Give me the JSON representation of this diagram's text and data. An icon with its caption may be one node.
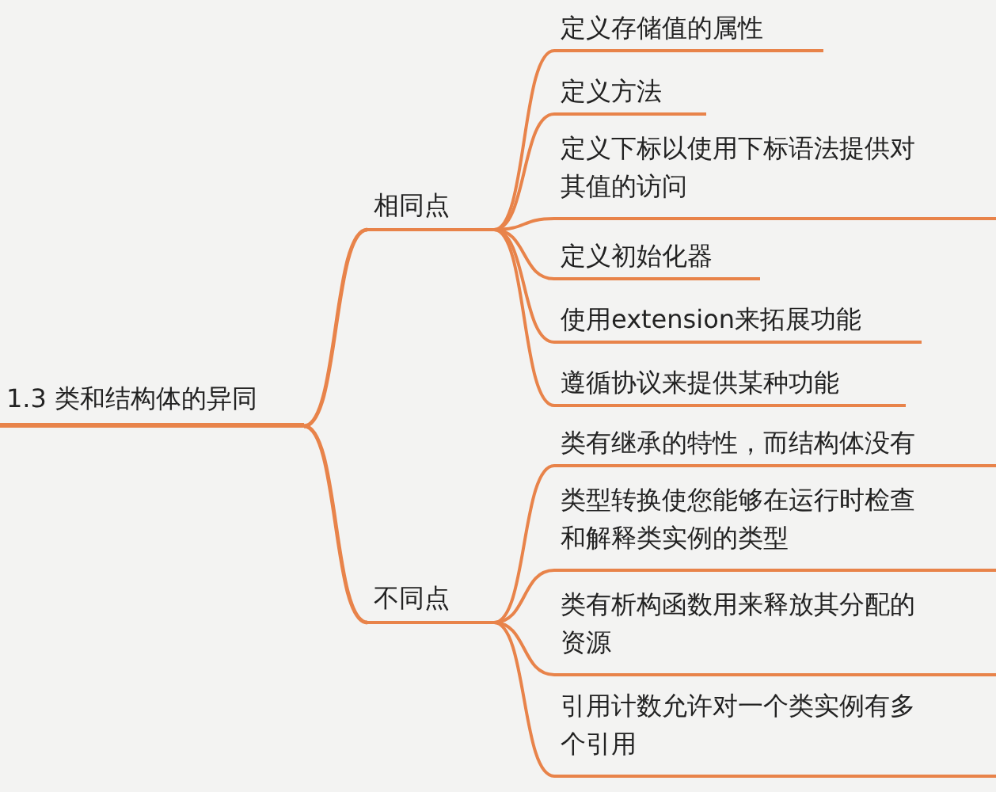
{
  "diagram": {
    "nodes": [
      {
        "text": [
          "1.3 类和结构体的异同"
        ]
      },
      {
        "text": [
          "相同点"
        ]
      },
      {
        "text": [
          "定义存储值的属性"
        ]
      },
      {
        "text": [
          "定义方法"
        ]
      },
      {
        "text": [
          "定义下标以使用下标语法提供对其值的访问"
        ]
      },
      {
        "text": [
          "定义初始化器"
        ]
      },
      {
        "text": [
          "使用extension来拓展功能"
        ]
      },
      {
        "text": [
          "遵循协议来提供某种功能"
        ]
      },
      {
        "text": [
          "不同点"
        ]
      },
      {
        "text": [
          "类有继承的特性，而结构体没有"
        ]
      },
      {
        "text": [
          "类型转换使您能够在运行时检查和解释类实例的类型"
        ]
      },
      {
        "text": [
          "类有析构函数用来释放其分配的资源"
        ]
      },
      {
        "text": [
          "引用计数允许对一个类实例有多个引用"
        ]
      }
    ],
    "edges": [
      {
        "from": 0,
        "to": 1,
        "arrow": "none"
      },
      {
        "from": 0,
        "to": 8,
        "arrow": "none"
      },
      {
        "from": 1,
        "to": 2,
        "arrow": "none"
      },
      {
        "from": 1,
        "to": 3,
        "arrow": "none"
      },
      {
        "from": 1,
        "to": 4,
        "arrow": "none"
      },
      {
        "from": 1,
        "to": 5,
        "arrow": "none"
      },
      {
        "from": 1,
        "to": 6,
        "arrow": "none"
      },
      {
        "from": 1,
        "to": 7,
        "arrow": "none"
      },
      {
        "from": 8,
        "to": 9,
        "arrow": "none"
      },
      {
        "from": 8,
        "to": 10,
        "arrow": "none"
      },
      {
        "from": 8,
        "to": 11,
        "arrow": "none"
      },
      {
        "from": 8,
        "to": 12,
        "arrow": "none"
      }
    ]
  }
}
